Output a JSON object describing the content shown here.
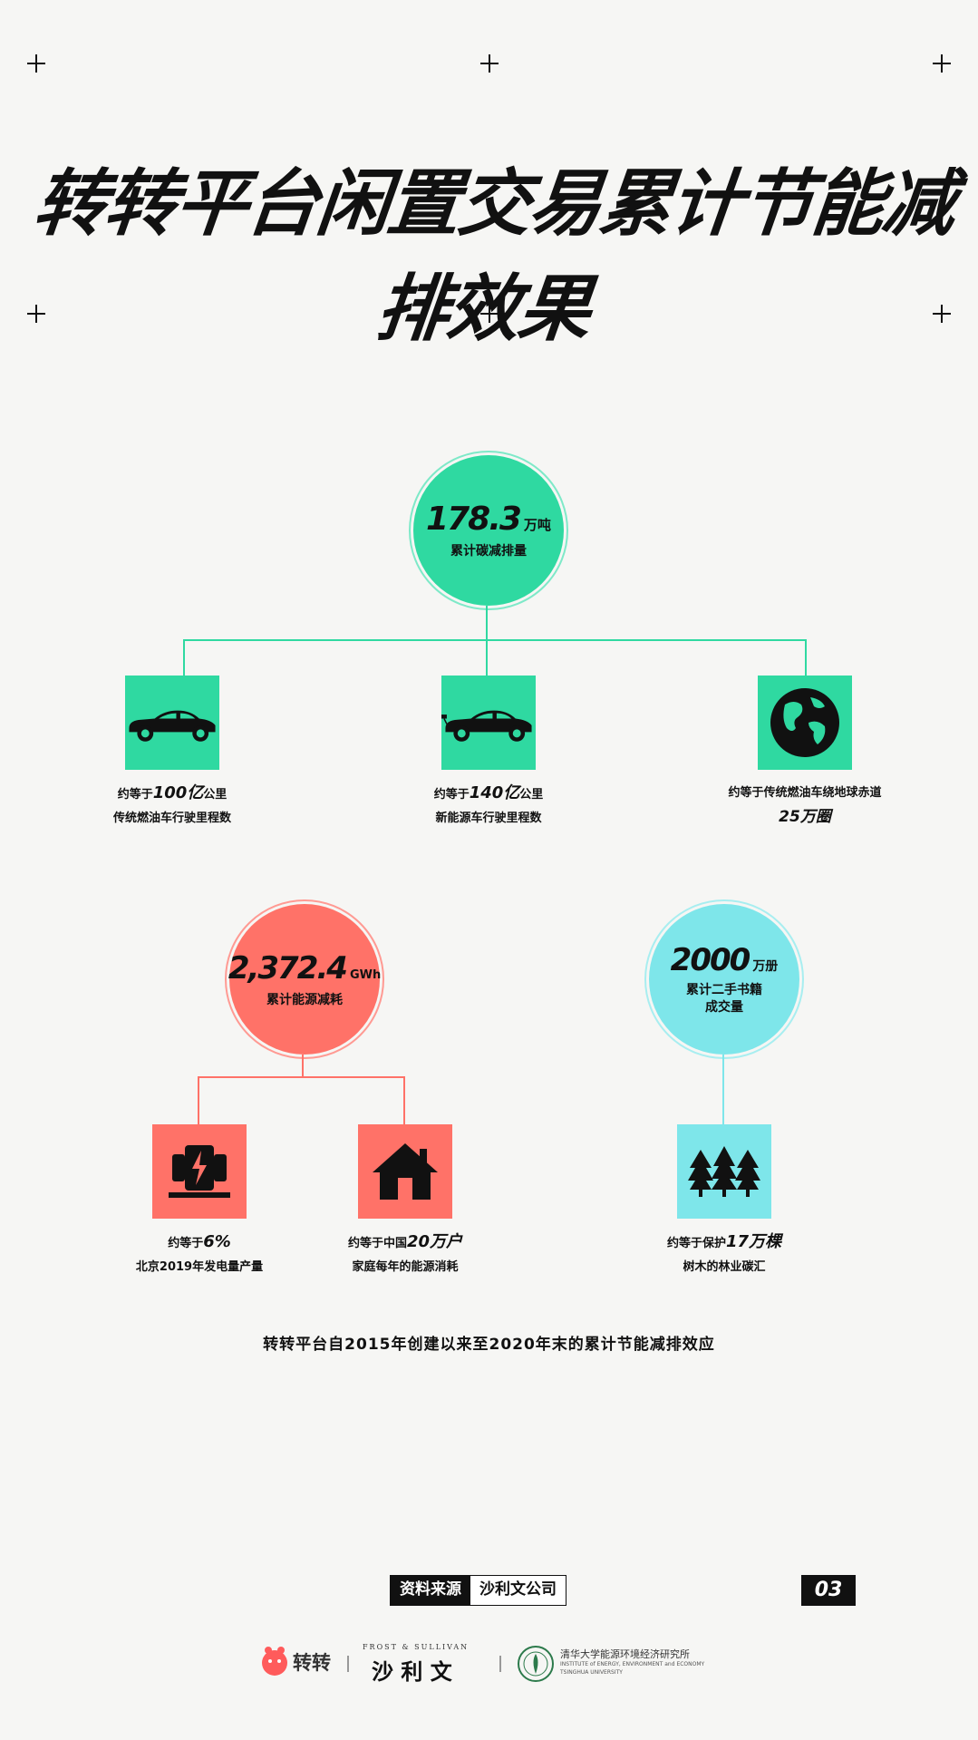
{
  "title": "转转平台闲置交易累计节能减排效果",
  "carbon": {
    "value": "178.3",
    "unit": "万吨",
    "label": "累计碳减排量"
  },
  "carbon_items": [
    {
      "prefix": "约等于",
      "num": "100亿",
      "suffix": "公里",
      "line2": "传统燃油车行驶里程数"
    },
    {
      "prefix": "约等于",
      "num": "140亿",
      "suffix": "公里",
      "line2": "新能源车行驶里程数"
    },
    {
      "prefix": "约等于传统燃油车绕地球赤道",
      "num": "",
      "suffix": "",
      "line2": "25万圈"
    }
  ],
  "energy": {
    "value": "2,372.4",
    "unit": "GWh",
    "label": "累计能源减耗"
  },
  "energy_items": [
    {
      "prefix": "约等于",
      "num": "6%",
      "suffix": "",
      "line2": "北京2019年发电量产量"
    },
    {
      "prefix": "约等于中国",
      "num": "20万户",
      "suffix": "",
      "line2": "家庭每年的能源消耗"
    }
  ],
  "books": {
    "value": "2000",
    "unit": "万册",
    "label_line1": "累计二手书籍",
    "label_line2": "成交量"
  },
  "book_items": [
    {
      "prefix": "约等于保护",
      "num": "17万棵",
      "suffix": "",
      "line2": "树木的林业碳汇"
    }
  ],
  "footnote": "转转平台自2015年创建以来至2020年末的累计节能减排效应",
  "source": {
    "key": "资料来源",
    "value": "沙利文公司"
  },
  "page_number": "03",
  "logos": {
    "zhuanzhuan": "转转",
    "frost_top": "FROST & SULLIVAN",
    "frost_cn": "沙 利 文",
    "tsinghua_cn": "清华大学能源环境经济研究所",
    "tsinghua_en1": "INSTITUTE of ENERGY, ENVIRONMENT and ECONOMY",
    "tsinghua_en2": "TSINGHUA UNIVERSITY"
  },
  "colors": {
    "green": "#2fd9a1",
    "red": "#ff7268",
    "cyan": "#7ee6ea",
    "dark": "#111111"
  }
}
